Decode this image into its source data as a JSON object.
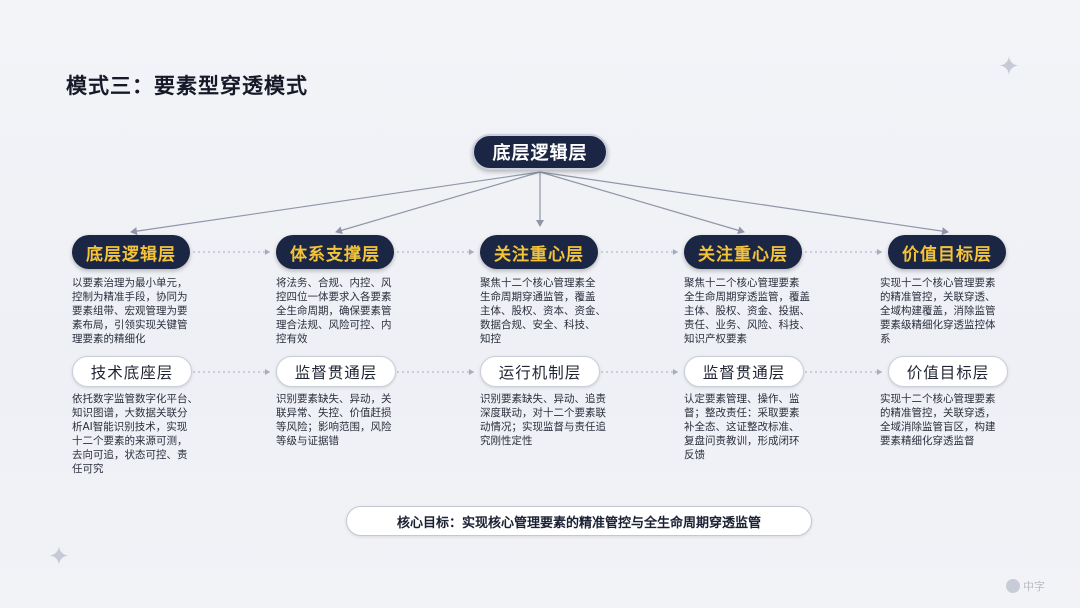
{
  "title": "模式三：要素型穿透模式",
  "root": "底层逻辑层",
  "columns": [
    {
      "top_label": "底层逻辑层",
      "top_desc": "以要素治理为最小单元，\n控制为精准手段，协同为\n要素组带、宏观管理为要\n素布局，引领实现关键管\n理要素的精细化",
      "bottom_label": "技术底座层",
      "bottom_desc": "依托数字监管数字化平台、\n知识图谱，大数据关联分\n析AI智能识别技术，实现\n十二个要素的来源可测，\n去向可追，状态可控、责\n任可究"
    },
    {
      "top_label": "体系支撑层",
      "top_desc": "将法务、合规、内控、风\n控四位一体要求入各要素\n全生命周期，确保要素管\n理合法规、风险可控、内\n控有效",
      "bottom_label": "监督贯通层",
      "bottom_desc": "识别要素缺失、异动，关\n联异常、失控、价值赶损\n等风险；影响范围，风险\n等级与证据错"
    },
    {
      "top_label": "关注重心层",
      "top_desc": "聚焦十二个核心管理素全\n生命周期穿通监管，覆盖\n主体、股权、资本、资金、\n数据合规、安全、科技、\n知控",
      "bottom_label": "运行机制层",
      "bottom_desc": "识别要素缺失、异动、追责\n深度联动，对十二个要素联\n动情况；实现监督与责任追\n究刚性定性"
    },
    {
      "top_label": "关注重心层",
      "top_desc": "聚焦十二个核心管理要素\n全生命周期穿透监管，覆盖\n主体、股权、资金、投据、\n责任、业务、风险、科技、\n知识产权要素",
      "bottom_label": "监督贯通层",
      "bottom_desc": "认定要素管理、操作、监\n督；整改责任：采取要素\n补全态、这证整改标准、\n复盘问责教训，形成闭环\n反馈"
    },
    {
      "top_label": "价值目标层",
      "top_desc": "实现十二个核心管理要素\n的精准管控，关联穿透、\n全域构建覆盖，消除监管\n要素级精细化穿透监控体\n系",
      "bottom_label": "价值目标层",
      "bottom_desc": "实现十二个核心管理要素\n的精准管控，关联穿透，\n全域消除监管盲区，构建\n要素精细化穿透监督"
    }
  ],
  "goal": "核心目标：实现核心管理要素的精准管控与全生命周期穿透监管",
  "watermark": "中字",
  "colors": {
    "dark_pill_bg": "#1b2644",
    "dark_pill_text": "#f3c33a",
    "connector": "#8e96a8",
    "background": "#f1f2f6"
  },
  "icons": [
    "sparkle-icon",
    "arrow-icon"
  ]
}
